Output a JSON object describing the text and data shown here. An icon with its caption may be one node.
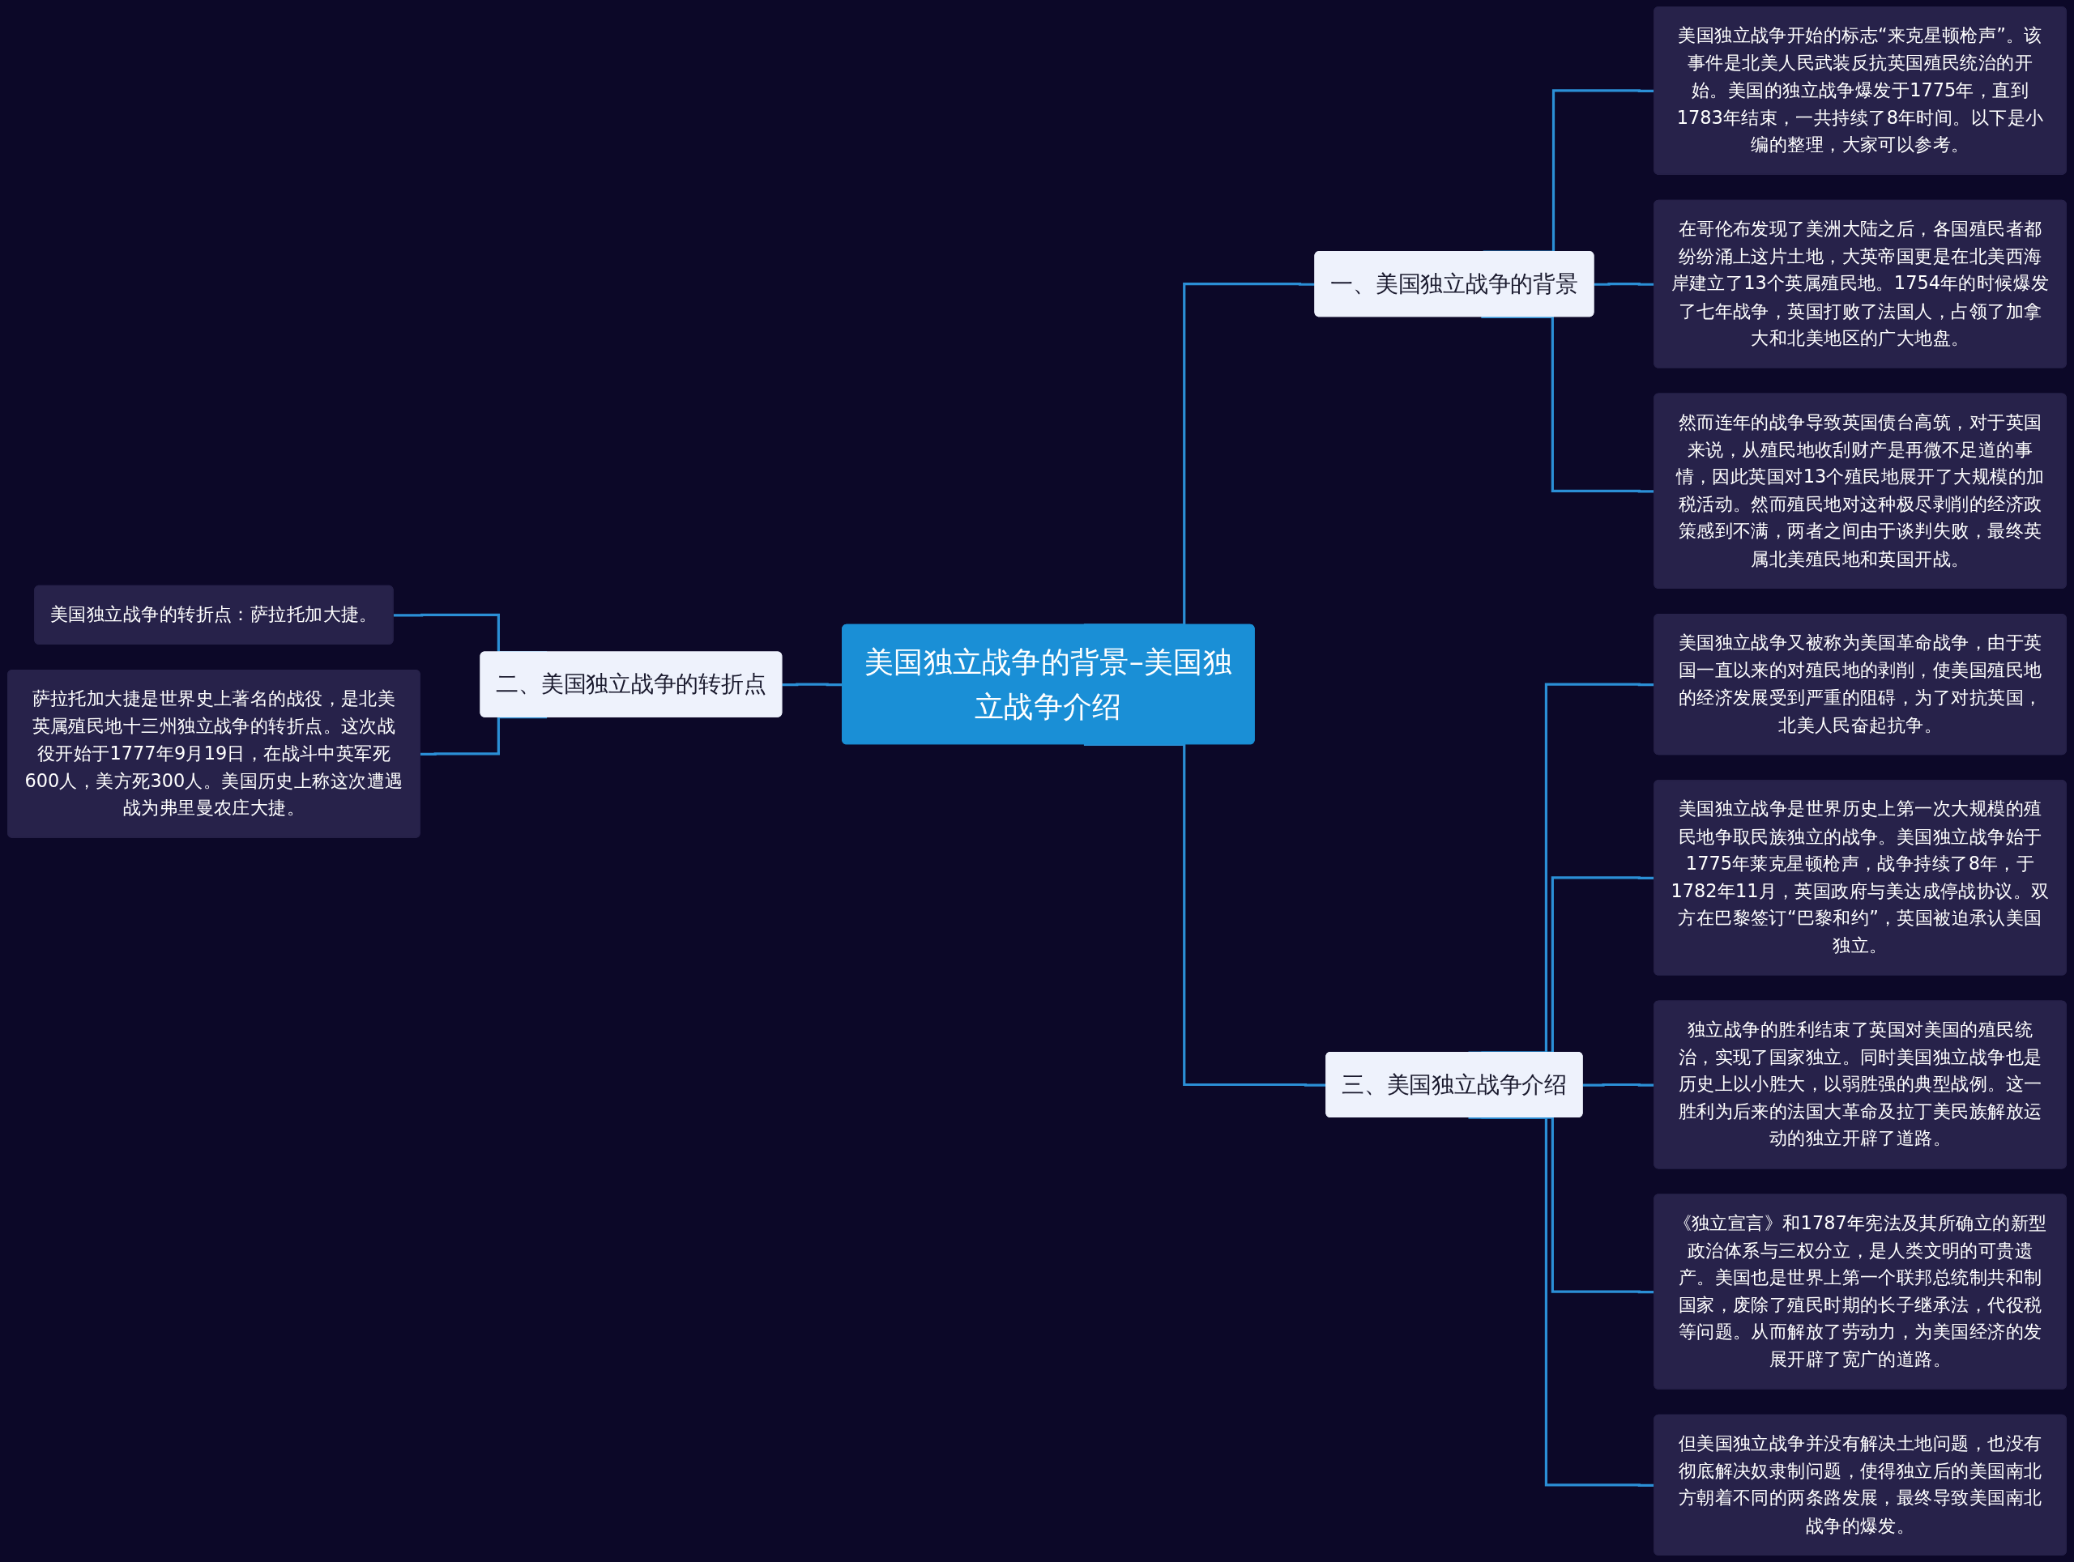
{
  "diagram": {
    "nodes": [
      {
        "text": [
          "美国独立战争的背景–美国独立战争介绍"
        ]
      },
      {
        "text": [
          "一、美国独立战争的背景"
        ]
      },
      {
        "text": [
          "美国独立战争开始的标志“来克星顿枪声”。该事件是北美人民武装反抗英国殖民统治的开始。美国的独立战争爆发于1775年，直到1783年结束，一共持续了8年时间。以下是小编的整理，大家可以参考。"
        ]
      },
      {
        "text": [
          "在哥伦布发现了美洲大陆之后，各国殖民者都纷纷涌上这片土地，大英帝国更是在北美西海岸建立了13个英属殖民地。1754年的时候爆发了七年战争，英国打败了法国人，占领了加拿大和北美地区的广大地盘。"
        ]
      },
      {
        "text": [
          "然而连年的战争导致英国债台高筑，对于英国来说，从殖民地收刮财产是再微不足道的事情，因此英国对13个殖民地展开了大规模的加税活动。然而殖民地对这种极尽剥削的经济政策感到不满，两者之间由于谈判失败，最终英属北美殖民地和英国开战。"
        ]
      },
      {
        "text": [
          "二、美国独立战争的转折点"
        ]
      },
      {
        "text": [
          "美国独立战争的转折点：萨拉托加大捷。"
        ]
      },
      {
        "text": [
          "萨拉托加大捷是世界史上著名的战役，是北美英属殖民地十三州独立战争的转折点。这次战役开始于1777年9月19日，在战斗中英军死600人，美方死300人。美国历史上称这次遭遇战为弗里曼农庄大捷。"
        ]
      },
      {
        "text": [
          "三、美国独立战争介绍"
        ]
      },
      {
        "text": [
          "美国独立战争又被称为美国革命战争，由于英国一直以来的对殖民地的剥削，使美国殖民地的经济发展受到严重的阻碍，为了对抗英国，北美人民奋起抗争。"
        ]
      },
      {
        "text": [
          "美国独立战争是世界历史上第一次大规模的殖民地争取民族独立的战争。美国独立战争始于1775年莱克星顿枪声，战争持续了8年，于1782年11月，英国政府与美达成停战协议。双方在巴黎签订“巴黎和约”，英国被迫承认美国独立。"
        ]
      },
      {
        "text": [
          "独立战争的胜利结束了英国对美国的殖民统治，实现了国家独立。同时美国独立战争也是历史上以小胜大，以弱胜强的典型战例。这一胜利为后来的法国大革命及拉丁美民族解放运动的独立开辟了道路。"
        ]
      },
      {
        "text": [
          "《独立宣言》和1787年宪法及其所确立的新型政治体系与三权分立，是人类文明的可贵遗产。美国也是世界上第一个联邦总统制共和制国家，废除了殖民时期的长子继承法，代役税等问题。从而解放了劳动力，为美国经济的发展开辟了宽广的道路。"
        ]
      },
      {
        "text": [
          "但美国独立战争并没有解决土地问题，也没有彻底解决奴隶制问题，使得独立后的美国南北方朝着不同的两条路发展，最终导致美国南北战争的爆发。"
        ]
      }
    ],
    "edges": [
      {
        "from": 0,
        "to": 1,
        "arrow": "none"
      },
      {
        "from": 1,
        "to": 2,
        "arrow": "none"
      },
      {
        "from": 1,
        "to": 3,
        "arrow": "none"
      },
      {
        "from": 1,
        "to": 4,
        "arrow": "none"
      },
      {
        "from": 0,
        "to": 5,
        "arrow": "none"
      },
      {
        "from": 5,
        "to": 6,
        "arrow": "none"
      },
      {
        "from": 5,
        "to": 7,
        "arrow": "none"
      },
      {
        "from": 0,
        "to": 8,
        "arrow": "none"
      },
      {
        "from": 8,
        "to": 9,
        "arrow": "none"
      },
      {
        "from": 8,
        "to": 10,
        "arrow": "none"
      },
      {
        "from": 8,
        "to": 11,
        "arrow": "none"
      },
      {
        "from": 8,
        "to": 12,
        "arrow": "none"
      },
      {
        "from": 8,
        "to": 13,
        "arrow": "none"
      }
    ]
  }
}
